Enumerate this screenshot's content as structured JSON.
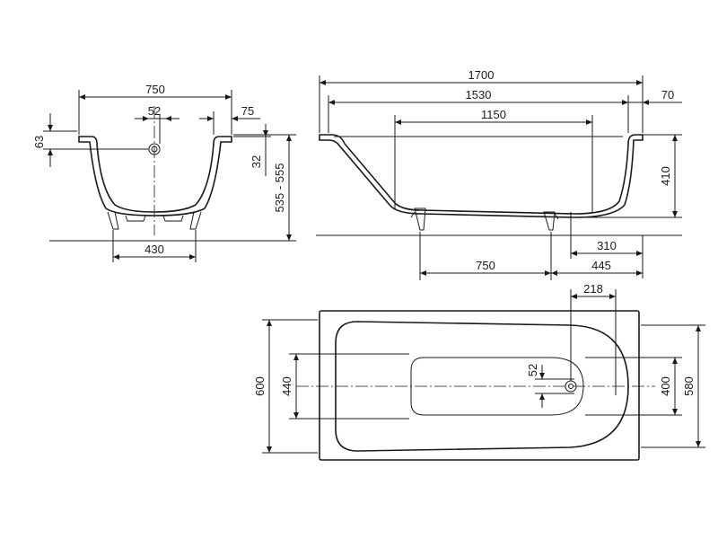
{
  "end_view": {
    "width_top": "750",
    "drain_offset": "52",
    "rim_width": "75",
    "rim_height": "63",
    "drain_height": "32",
    "height_range": "535 - 555",
    "feet_span": "430"
  },
  "side_view": {
    "length_overall": "1700",
    "length_inner": "1530",
    "rim_overhang": "70",
    "bottom_length": "1150",
    "depth": "410",
    "feet_spacing": "750",
    "foot_offset": "445",
    "drain_offset": "310"
  },
  "top_view": {
    "drain_from_end": "218",
    "drain_offset": "52",
    "width_overall": "600",
    "inner_width": "440",
    "bottom_width": "400",
    "rim_width": "580"
  }
}
